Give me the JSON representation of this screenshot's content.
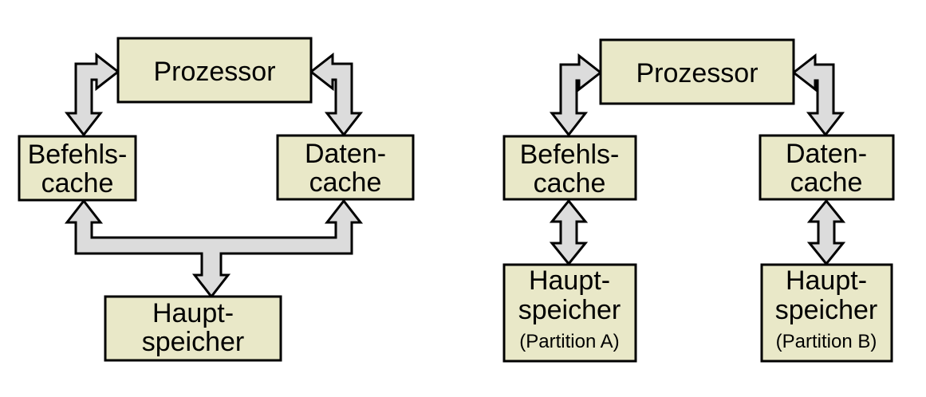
{
  "colors": {
    "background": "#ffffff",
    "box_fill": "#e9e8c8",
    "box_stroke": "#000000",
    "arrow_fill": "#dcdcdc",
    "arrow_stroke": "#000000",
    "text": "#000000"
  },
  "left_diagram": {
    "processor": {
      "label": "Prozessor"
    },
    "instruction_cache": {
      "line1": "Befehls-",
      "line2": "cache"
    },
    "data_cache": {
      "line1": "Daten-",
      "line2": "cache"
    },
    "main_memory": {
      "line1": "Haupt-",
      "line2": "speicher"
    }
  },
  "right_diagram": {
    "processor": {
      "label": "Prozessor"
    },
    "instruction_cache": {
      "line1": "Befehls-",
      "line2": "cache"
    },
    "data_cache": {
      "line1": "Daten-",
      "line2": "cache"
    },
    "main_memory_a": {
      "line1": "Haupt-",
      "line2": "speicher",
      "line3": "(Partition A)"
    },
    "main_memory_b": {
      "line1": "Haupt-",
      "line2": "speicher",
      "line3": "(Partition B)"
    }
  }
}
